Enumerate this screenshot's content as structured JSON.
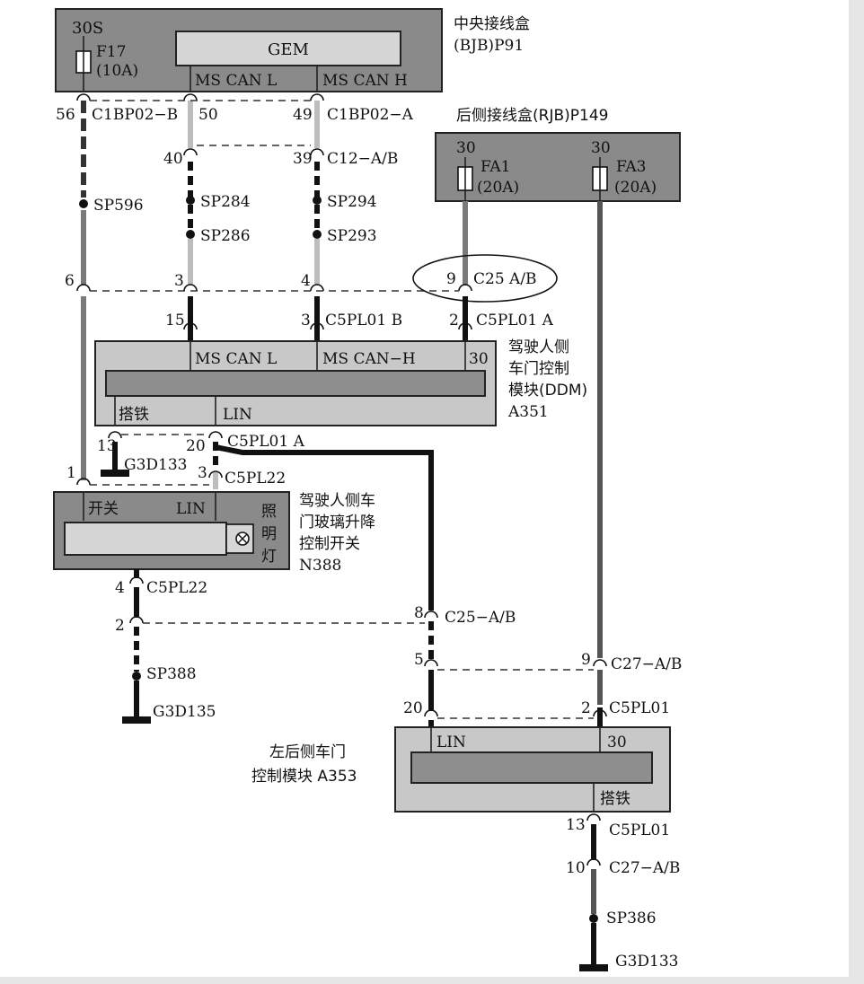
{
  "bjb": {
    "title": "中央接线盒",
    "code": "(BJB)P91",
    "terminal_30s": "30S",
    "fuse": "F17",
    "fuse_rating": "(10A)"
  },
  "gem": {
    "label": "GEM",
    "pin_l": "MS CAN  L",
    "pin_h": "MS CAN  H"
  },
  "rjb": {
    "title": "后侧接线盒(RJB)P149",
    "pin1": "30",
    "pin2": "30",
    "fuse1": "FA1",
    "fuse1_rating": "(20A)",
    "fuse2": "FA3",
    "fuse2_rating": "(20A)"
  },
  "connectors": {
    "c1bp02b": "C1BP02−B",
    "c1bp02a": "C1BP02−A",
    "p56": "56",
    "p50": "50",
    "p49": "49",
    "c12": "C12−A/B",
    "p40": "40",
    "p39": "39",
    "c25": "C25  A/B",
    "p6": "6",
    "p3a": "3",
    "p4": "4",
    "p9": "9",
    "c5pl01b": "C5PL01  B",
    "p15": "15",
    "p3b": "3",
    "c5pl01a": "C5PL01  A",
    "p2": "2"
  },
  "splices": {
    "sp596": "SP596",
    "sp284": "SP284",
    "sp286": "SP286",
    "sp294": "SP294",
    "sp293": "SP293"
  },
  "ddm": {
    "title_lines": [
      "驾驶人侧",
      "车门控制",
      "模块(DDM)",
      "A351"
    ],
    "pin_l": "MS CAN  L",
    "pin_h": "MS CAN−H",
    "pin_30": "30",
    "gnd": "搭铁",
    "lin": "LIN"
  },
  "ddm_bottom": {
    "p13": "13",
    "p20": "20",
    "conn": "C5PL01  A",
    "g3d133": "G3D133",
    "p1": "1",
    "p3": "3",
    "c5pl22": "C5PL22"
  },
  "switch": {
    "title_lines": [
      "驾驶人侧车",
      "门玻璃升降",
      "控制开关",
      "N388"
    ],
    "pin_sw": "开关",
    "pin_lin": "LIN",
    "lamp": [
      "照",
      "明",
      "灯"
    ]
  },
  "switch_bottom": {
    "p4": "4",
    "c5pl22": "C5PL22",
    "p2": "2",
    "sp388": "SP388",
    "g3d135": "G3D135"
  },
  "mid": {
    "p8": "8",
    "c25": "C25−A/B",
    "p5": "5",
    "p9": "9",
    "c27": "C27−A/B",
    "p20": "20",
    "p2": "2",
    "c5pl01": "C5PL01"
  },
  "rear": {
    "title_lines": [
      "左后侧车门",
      "控制模块 A353"
    ],
    "pin_lin": "LIN",
    "pin_30": "30",
    "gnd": "搭铁"
  },
  "rear_bottom": {
    "p13": "13",
    "c5pl01": "C5PL01",
    "p10": "10",
    "c27": "C27−A/B",
    "sp386": "SP386",
    "g3d133": "G3D133"
  }
}
